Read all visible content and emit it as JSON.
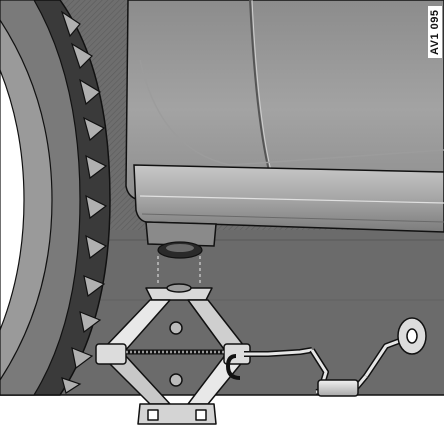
{
  "figure": {
    "reference_code": "AV1 095",
    "colors": {
      "ground": "#6e6e6e",
      "ground_dark": "#5a5a5a",
      "body": "#8a8a8a",
      "body_light": "#b4b4b4",
      "sill": "#a9a9a9",
      "tyre": "#3a3a3a",
      "floor": "#ffffff",
      "outline": "#111111",
      "jack_light": "#e6e6e6",
      "jack_mid": "#bdbdbd"
    },
    "parts": [
      "wheel-tyre",
      "door-panel",
      "side-sill",
      "jacking-point",
      "scissor-jack",
      "crank-handle"
    ]
  }
}
